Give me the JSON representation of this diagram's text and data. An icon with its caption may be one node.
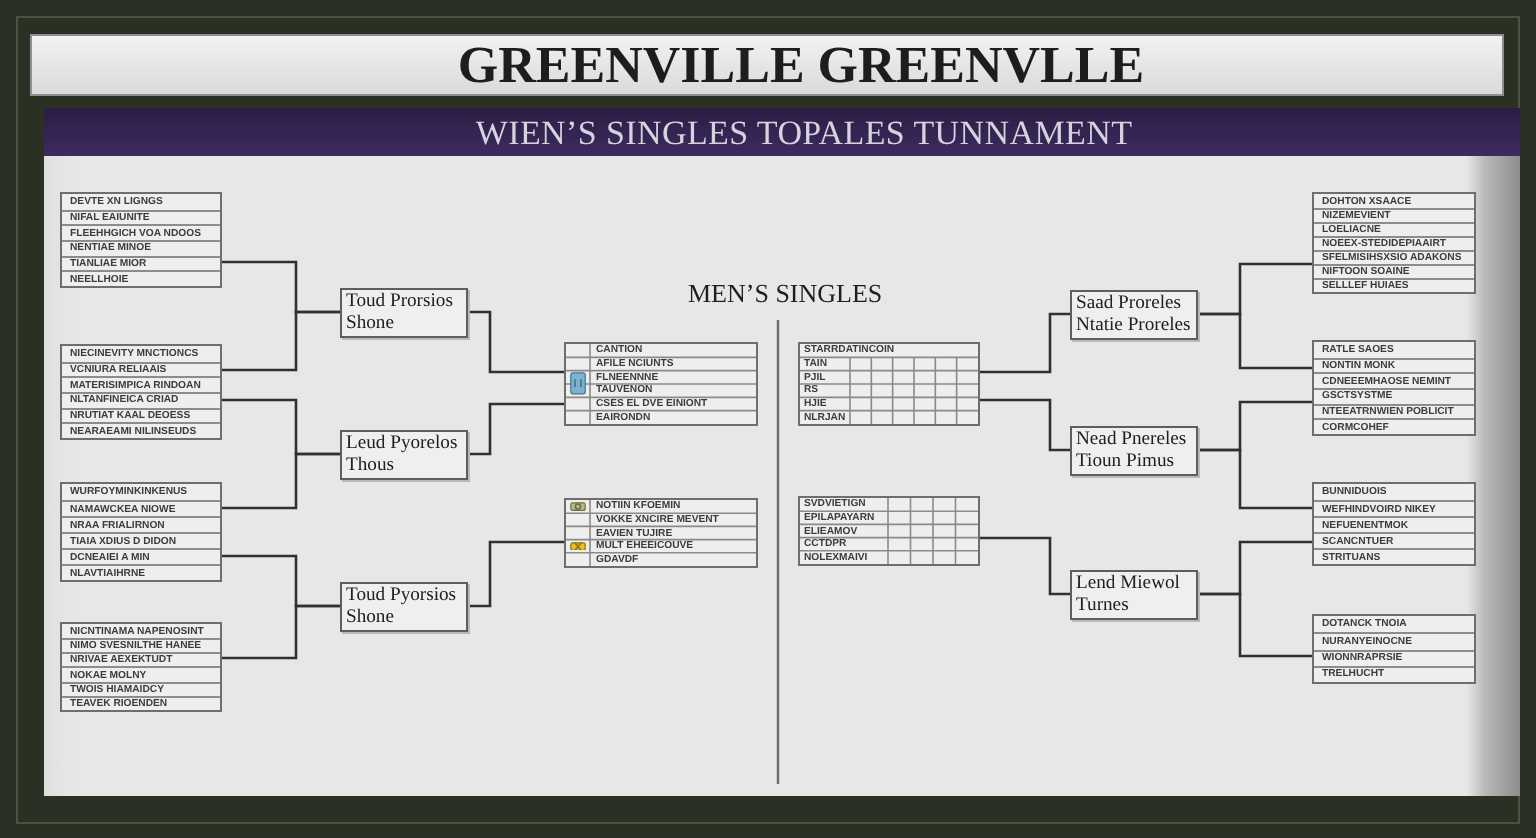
{
  "diagram": {
    "title": "GREENVILLE GREENVLLE",
    "nodes": [
      {
        "text": [
          "DEVTE XN LIGNGS",
          "NIFAL EAIUNITE",
          "FLEEHHGICH VOA NDOOS",
          "NENTIAE MINOE",
          "TIANLIAE MIOR",
          "NEELLHOIE"
        ]
      },
      {
        "text": [
          "NIECINEVITY MNCTIONCS",
          "VCNIURA RELIAAIS",
          "MATERISIMPICA RINDOAN",
          "NLTANFINEICA CRIAD",
          "NRUTIAT KAAL DEOESS",
          "NEARAEAMI NILINSEUDS"
        ]
      },
      {
        "text": [
          "WURFOYMINKINKENUS",
          "NAMAWCKEA NIOWE",
          "NRAA FRIALIRNON",
          "TIAIA XDIUS D DIDON",
          "DCNEAIEI A MIN",
          "NLAVTIAIHRNE"
        ]
      },
      {
        "text": [
          "NICNTINAMA NAPENOSINT",
          "NIMO SVESNILTHE HANEE",
          "NRIVAE AEXEKTUDT",
          "NOKAE MOLNY",
          "TWOIS HIAMAIDCY",
          "TEAVEK RIOENDEN"
        ]
      },
      {
        "text": [
          "Toud Prorsios Shone"
        ]
      },
      {
        "text": [
          "Leud Pyorelos Thous"
        ]
      },
      {
        "text": [
          "Toud Pyorsios Shone"
        ]
      },
      {
        "text": [
          "CANTION",
          "AFILE NCIUNTS",
          "FLNEENNNE",
          "TAUVENON",
          "CSES EL DVE EINIONT",
          "EAIRONDN"
        ]
      },
      {
        "text": [
          "NOTIIN KFOEMIN",
          "VOKKE XNCIRE MEVENT",
          "EAVIEN TUJIRE",
          "MULT EHEEICOUVE",
          "GDAVDF"
        ]
      },
      {
        "text": [
          "STARRDATINCOIN",
          "TAIN",
          "PJIL",
          "RS",
          "HJIE",
          "NLRJAN"
        ]
      },
      {
        "text": [
          "SVDVIETIGN",
          "EPILAPAYARN",
          "ELIEAMOV",
          "CCTDPR",
          "NOLEXMAIVI"
        ]
      },
      {
        "text": [
          "Saad Proreles Ntatie Proreles"
        ]
      },
      {
        "text": [
          "Nead Pnereles Tioun Pimus"
        ]
      },
      {
        "text": [
          "Lend Miewol Turnes"
        ]
      },
      {
        "text": [
          "DOHTON XSAACE",
          "NIZEMEVIENT",
          "LOELIACNE",
          "NOEEX-STEDIDEPIAAIRT",
          "SFELMISIHSXSIO ADAKONS",
          "NIFTOON SOAINE",
          "SELLLEF HUIAES"
        ]
      },
      {
        "text": [
          "RATLE SAOES",
          "NONTIN MONK",
          "CDNEEEMHAOSE NEMINT",
          "GSCTSYSTME",
          "NTEEATRNWIEN POBLICIT",
          "CORMCOHEF"
        ]
      },
      {
        "text": [
          "BUNNIDUOIS",
          "WEFHINDVOIRD NIKEY",
          "NEFUENENTMOK",
          "SCANCNTUER",
          "STRITUANS"
        ]
      },
      {
        "text": [
          "DOTANCK TNOIA",
          "NURANYEINOCNE",
          "WIONNRAPRSIE",
          "TRELHUCHT"
        ]
      }
    ],
    "edges": [
      {
        "from": 0,
        "to": 4,
        "arrow": "none"
      },
      {
        "from": 1,
        "to": 4,
        "arrow": "none"
      },
      {
        "from": 1,
        "to": 5,
        "arrow": "none"
      },
      {
        "from": 2,
        "to": 5,
        "arrow": "none"
      },
      {
        "from": 2,
        "to": 6,
        "arrow": "none"
      },
      {
        "from": 3,
        "to": 6,
        "arrow": "none"
      },
      {
        "from": 4,
        "to": 7,
        "arrow": "none"
      },
      {
        "from": 5,
        "to": 7,
        "arrow": "none"
      },
      {
        "from": 6,
        "to": 8,
        "arrow": "none"
      },
      {
        "from": 9,
        "to": 11,
        "arrow": "none"
      },
      {
        "from": 9,
        "to": 12,
        "arrow": "none"
      },
      {
        "from": 10,
        "to": 13,
        "arrow": "none"
      },
      {
        "from": 11,
        "to": 14,
        "arrow": "none"
      },
      {
        "from": 11,
        "to": 15,
        "arrow": "none"
      },
      {
        "from": 12,
        "to": 15,
        "arrow": "none"
      },
      {
        "from": 12,
        "to": 16,
        "arrow": "none"
      },
      {
        "from": 13,
        "to": 16,
        "arrow": "none"
      },
      {
        "from": 13,
        "to": 17,
        "arrow": "none"
      }
    ],
    "labels": [
      "WIEN’S SINGLES TOPALES TUNNAMENT",
      "MEN’S SINGLES"
    ]
  }
}
